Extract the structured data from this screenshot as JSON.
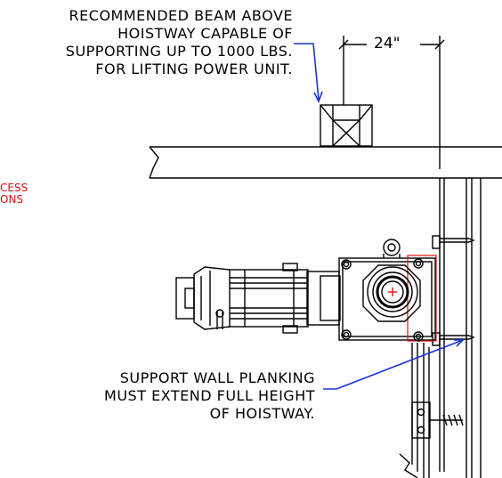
{
  "notes": {
    "beam": [
      "RECOMMENDED BEAM ABOVE",
      "HOISTWAY CAPABLE OF",
      "SUPPORTING UP TO 1000 LBS.",
      "FOR LIFTING POWER UNIT."
    ],
    "planking": [
      "SUPPORT WALL PLANKING",
      "MUST EXTEND FULL HEIGHT",
      "OF HOISTWAY."
    ],
    "cropped_red": [
      "CESS",
      "ONS"
    ]
  },
  "dimension": {
    "value": "24\""
  },
  "colors": {
    "line": "#000000",
    "leader": "#1a35d8",
    "accent": "#e01010",
    "background": "#ffffff"
  }
}
